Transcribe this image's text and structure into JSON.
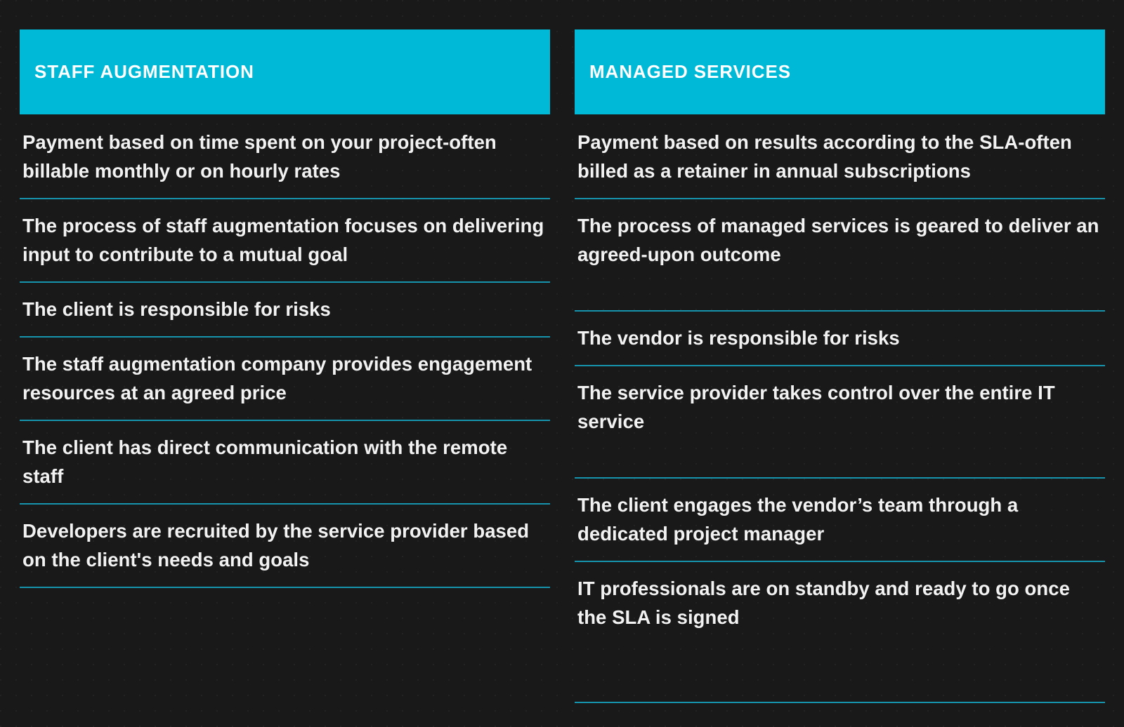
{
  "theme": {
    "background": "#191919",
    "header_bg": "#00b9d7",
    "divider": "#1794ad",
    "header_text": "#ffffff",
    "body_text": "#f2f2f2"
  },
  "columns": [
    {
      "id": "staff-augmentation",
      "header": "STAFF AUGMENTATION",
      "rows": [
        "Payment based on time spent on your project-often billable monthly or on hourly rates",
        "The process of staff augmentation focuses on delivering input to contribute to a mutual goal",
        "The client is responsible for risks",
        "The staff augmentation company provides engagement resources at an agreed price",
        "The client has direct communication with the remote staff",
        "Developers are recruited by the service provider based on the client's needs and goals"
      ]
    },
    {
      "id": "managed-services",
      "header": "MANAGED SERVICES",
      "rows": [
        "Payment based on results according to the SLA-often billed as a retainer in annual subscriptions",
        "The process of managed services is geared to deliver an agreed-upon outcome",
        "The vendor is responsible for risks",
        "The service provider takes control over the entire IT service",
        "The client engages the vendor’s team through a dedicated project manager",
        "IT professionals are on standby and ready to go once the SLA is signed"
      ]
    }
  ]
}
